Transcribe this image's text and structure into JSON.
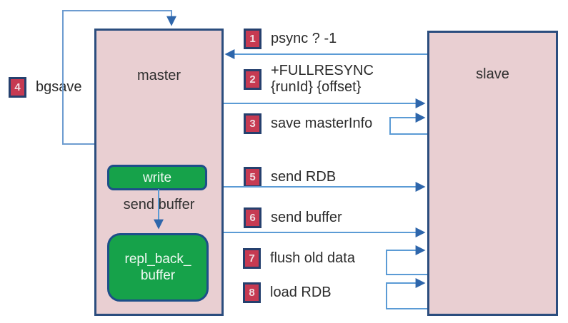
{
  "diagram": {
    "nodes": {
      "master": {
        "label": "master"
      },
      "slave": {
        "label": "slave"
      },
      "write": {
        "label": "write"
      },
      "repl_back_buffer": {
        "label": "repl_back_\nbuffer"
      }
    },
    "inner_label": {
      "send_buffer": "send buffer"
    },
    "side_step": {
      "number": "4",
      "label": "bgsave"
    },
    "steps": [
      {
        "number": "1",
        "label": "psync ? -1"
      },
      {
        "number": "2",
        "label": "+FULLRESYNC\n{runId} {offset}"
      },
      {
        "number": "3",
        "label": "save masterInfo"
      },
      {
        "number": "5",
        "label": "send RDB"
      },
      {
        "number": "6",
        "label": "send buffer"
      },
      {
        "number": "7",
        "label": "flush old data"
      },
      {
        "number": "8",
        "label": "load RDB"
      }
    ],
    "colors": {
      "node_fill": "#e9cfd2",
      "node_border": "#2b4d7e",
      "green_fill": "#16a24a",
      "green_border": "#1d4e89",
      "badge_fill": "#c63a52",
      "badge_border": "#25406e",
      "arrow_line": "#5b9bd5",
      "arrow_head": "#2e66ab",
      "text": "#2b2b2b"
    }
  }
}
